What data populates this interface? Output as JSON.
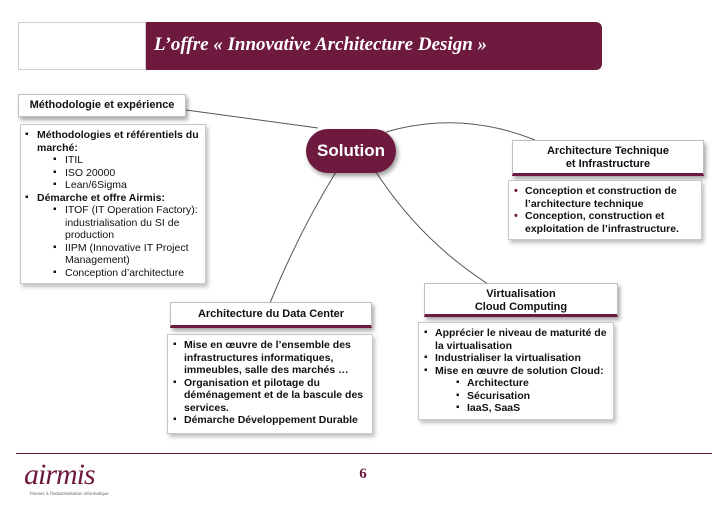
{
  "title": "L’offre « Innovative Architecture Design »",
  "center": {
    "label": "Solution"
  },
  "methodology": {
    "header": "Méthodologie et expérience",
    "items": [
      {
        "text": "Méthodologies et référentiels du marché:",
        "sub": [
          "ITIL",
          "ISO 20000",
          "Lean/6Sigma"
        ]
      },
      {
        "text": "Démarche et offre Airmis:",
        "sub": [
          "ITOF (IT Operation Factory): industrialisation du SI de production",
          "IIPM (Innovative IT Project Management)",
          "Conception d’architecture"
        ]
      }
    ]
  },
  "architecture_technique": {
    "header_line1": "Architecture Technique",
    "header_line2": "et Infrastructure",
    "items": [
      "Conception et construction de l’architecture technique",
      "Conception, construction et exploitation de l’infrastructure."
    ]
  },
  "datacenter": {
    "header": "Architecture du Data Center",
    "items": [
      "Mise en œuvre de l’ensemble des infrastructures informatiques, immeubles, salle des marchés …",
      "Organisation et pilotage du déménagement et de la bascule des services.",
      "Démarche Développement Durable"
    ]
  },
  "virtualisation": {
    "header_line1": "Virtualisation",
    "header_line2": "Cloud Computing",
    "items": [
      {
        "text": "Apprécier le niveau de maturité de la virtualisation"
      },
      {
        "text": "Industrialiser la virtualisation"
      },
      {
        "text": "Mise en œuvre de solution Cloud:",
        "sub": [
          "Architecture",
          "Sécurisation",
          "IaaS, SaaS"
        ]
      }
    ]
  },
  "footer": {
    "logo_text": "airmis",
    "logo_tagline": "Passez à l'industrialisation informatique",
    "page_number": "6"
  },
  "colors": {
    "brand": "#6e1a3f",
    "text": "#111111",
    "border": "#bfbfbf"
  }
}
